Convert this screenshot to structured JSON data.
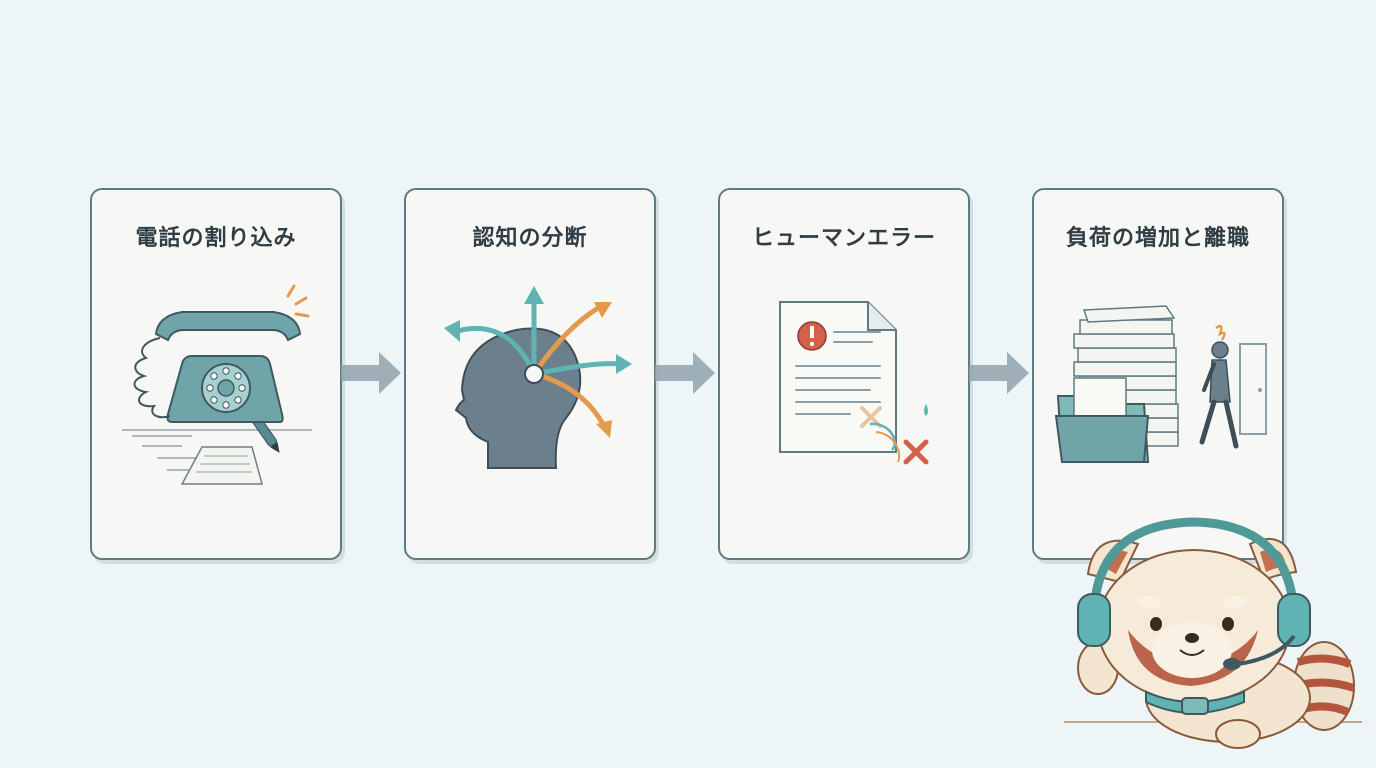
{
  "steps": [
    {
      "title": "電話の割り込み",
      "icon": "telephone-icon"
    },
    {
      "title": "認知の分断",
      "icon": "fragmented-head-icon"
    },
    {
      "title": "ヒューマンエラー",
      "icon": "error-document-icon"
    },
    {
      "title": "負荷の増加と離職",
      "icon": "paperwork-stack-leaving-worker-icon"
    }
  ],
  "colors": {
    "background": "#eef5f6",
    "card_border": "#5d7b80",
    "teal": "#5fb3b3",
    "orange": "#e39a4c",
    "red": "#d2604b",
    "slate": "#6c7f8c"
  }
}
